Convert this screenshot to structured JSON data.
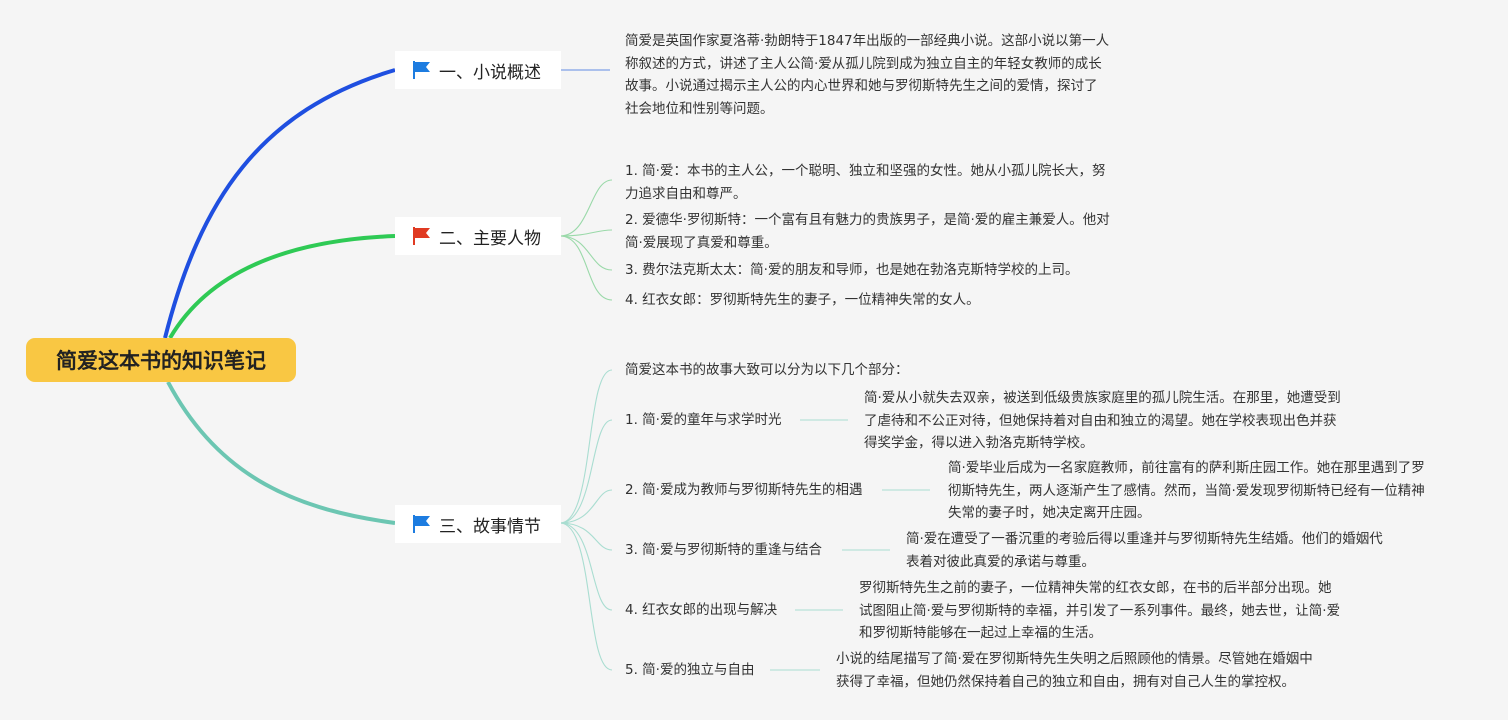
{
  "root": {
    "title": "简爱这本书的知识笔记",
    "color": "#f9c743"
  },
  "branches": [
    {
      "label": "一、小说概述",
      "flag": "blue-flag-icon",
      "edge_color": "#1f4fe0",
      "summary": [
        "简爱是英国作家夏洛蒂·勃朗特于1847年出版的一部经典小说。这部小说以第一人",
        "称叙述的方式，讲述了主人公简·爱从孤儿院到成为独立自主的年轻女教师的成长",
        "故事。小说通过揭示主人公的内心世界和她与罗彻斯特先生之间的爱情，探讨了",
        "社会地位和性别等问题。"
      ]
    },
    {
      "label": "二、主要人物",
      "flag": "red-flag-icon",
      "edge_color": "#2fca55",
      "items": [
        [
          "1. 简·爱：本书的主人公，一个聪明、独立和坚强的女性。她从小孤儿院长大，努",
          "力追求自由和尊严。"
        ],
        [
          "2. 爱德华·罗彻斯特：一个富有且有魅力的贵族男子，是简·爱的雇主兼爱人。他对",
          "简·爱展现了真爱和尊重。"
        ],
        [
          "3. 费尔法克斯太太：简·爱的朋友和导师，也是她在勃洛克斯特学校的上司。"
        ],
        [
          "4. 红衣女郎：罗彻斯特先生的妻子，一位精神失常的女人。"
        ]
      ]
    },
    {
      "label": "三、故事情节",
      "flag": "blue-flag-icon",
      "edge_color": "#6cc6b2",
      "intro": "简爱这本书的故事大致可以分为以下几个部分：",
      "parts": [
        {
          "title": "1. 简·爱的童年与求学时光",
          "detail": [
            "简·爱从小就失去双亲，被送到低级贵族家庭里的孤儿院生活。在那里，她遭受到",
            "了虐待和不公正对待，但她保持着对自由和独立的渴望。她在学校表现出色并获",
            "得奖学金，得以进入勃洛克斯特学校。"
          ]
        },
        {
          "title": "2. 简·爱成为教师与罗彻斯特先生的相遇",
          "detail": [
            "简·爱毕业后成为一名家庭教师，前往富有的萨利斯庄园工作。她在那里遇到了罗",
            "彻斯特先生，两人逐渐产生了感情。然而，当简·爱发现罗彻斯特已经有一位精神",
            "失常的妻子时，她决定离开庄园。"
          ]
        },
        {
          "title": "3. 简·爱与罗彻斯特的重逢与结合",
          "detail": [
            "简·爱在遭受了一番沉重的考验后得以重逢并与罗彻斯特先生结婚。他们的婚姻代",
            "表着对彼此真爱的承诺与尊重。"
          ]
        },
        {
          "title": "4. 红衣女郎的出现与解决",
          "detail": [
            "罗彻斯特先生之前的妻子，一位精神失常的红衣女郎，在书的后半部分出现。她",
            "试图阻止简·爱与罗彻斯特的幸福，并引发了一系列事件。最终，她去世，让简·爱",
            "和罗彻斯特能够在一起过上幸福的生活。"
          ]
        },
        {
          "title": "5. 简·爱的独立与自由",
          "detail": [
            "小说的结尾描写了简·爱在罗彻斯特先生失明之后照顾他的情景。尽管她在婚姻中",
            "获得了幸福，但她仍然保持着自己的独立和自由，拥有对自己人生的掌控权。"
          ]
        }
      ]
    }
  ]
}
